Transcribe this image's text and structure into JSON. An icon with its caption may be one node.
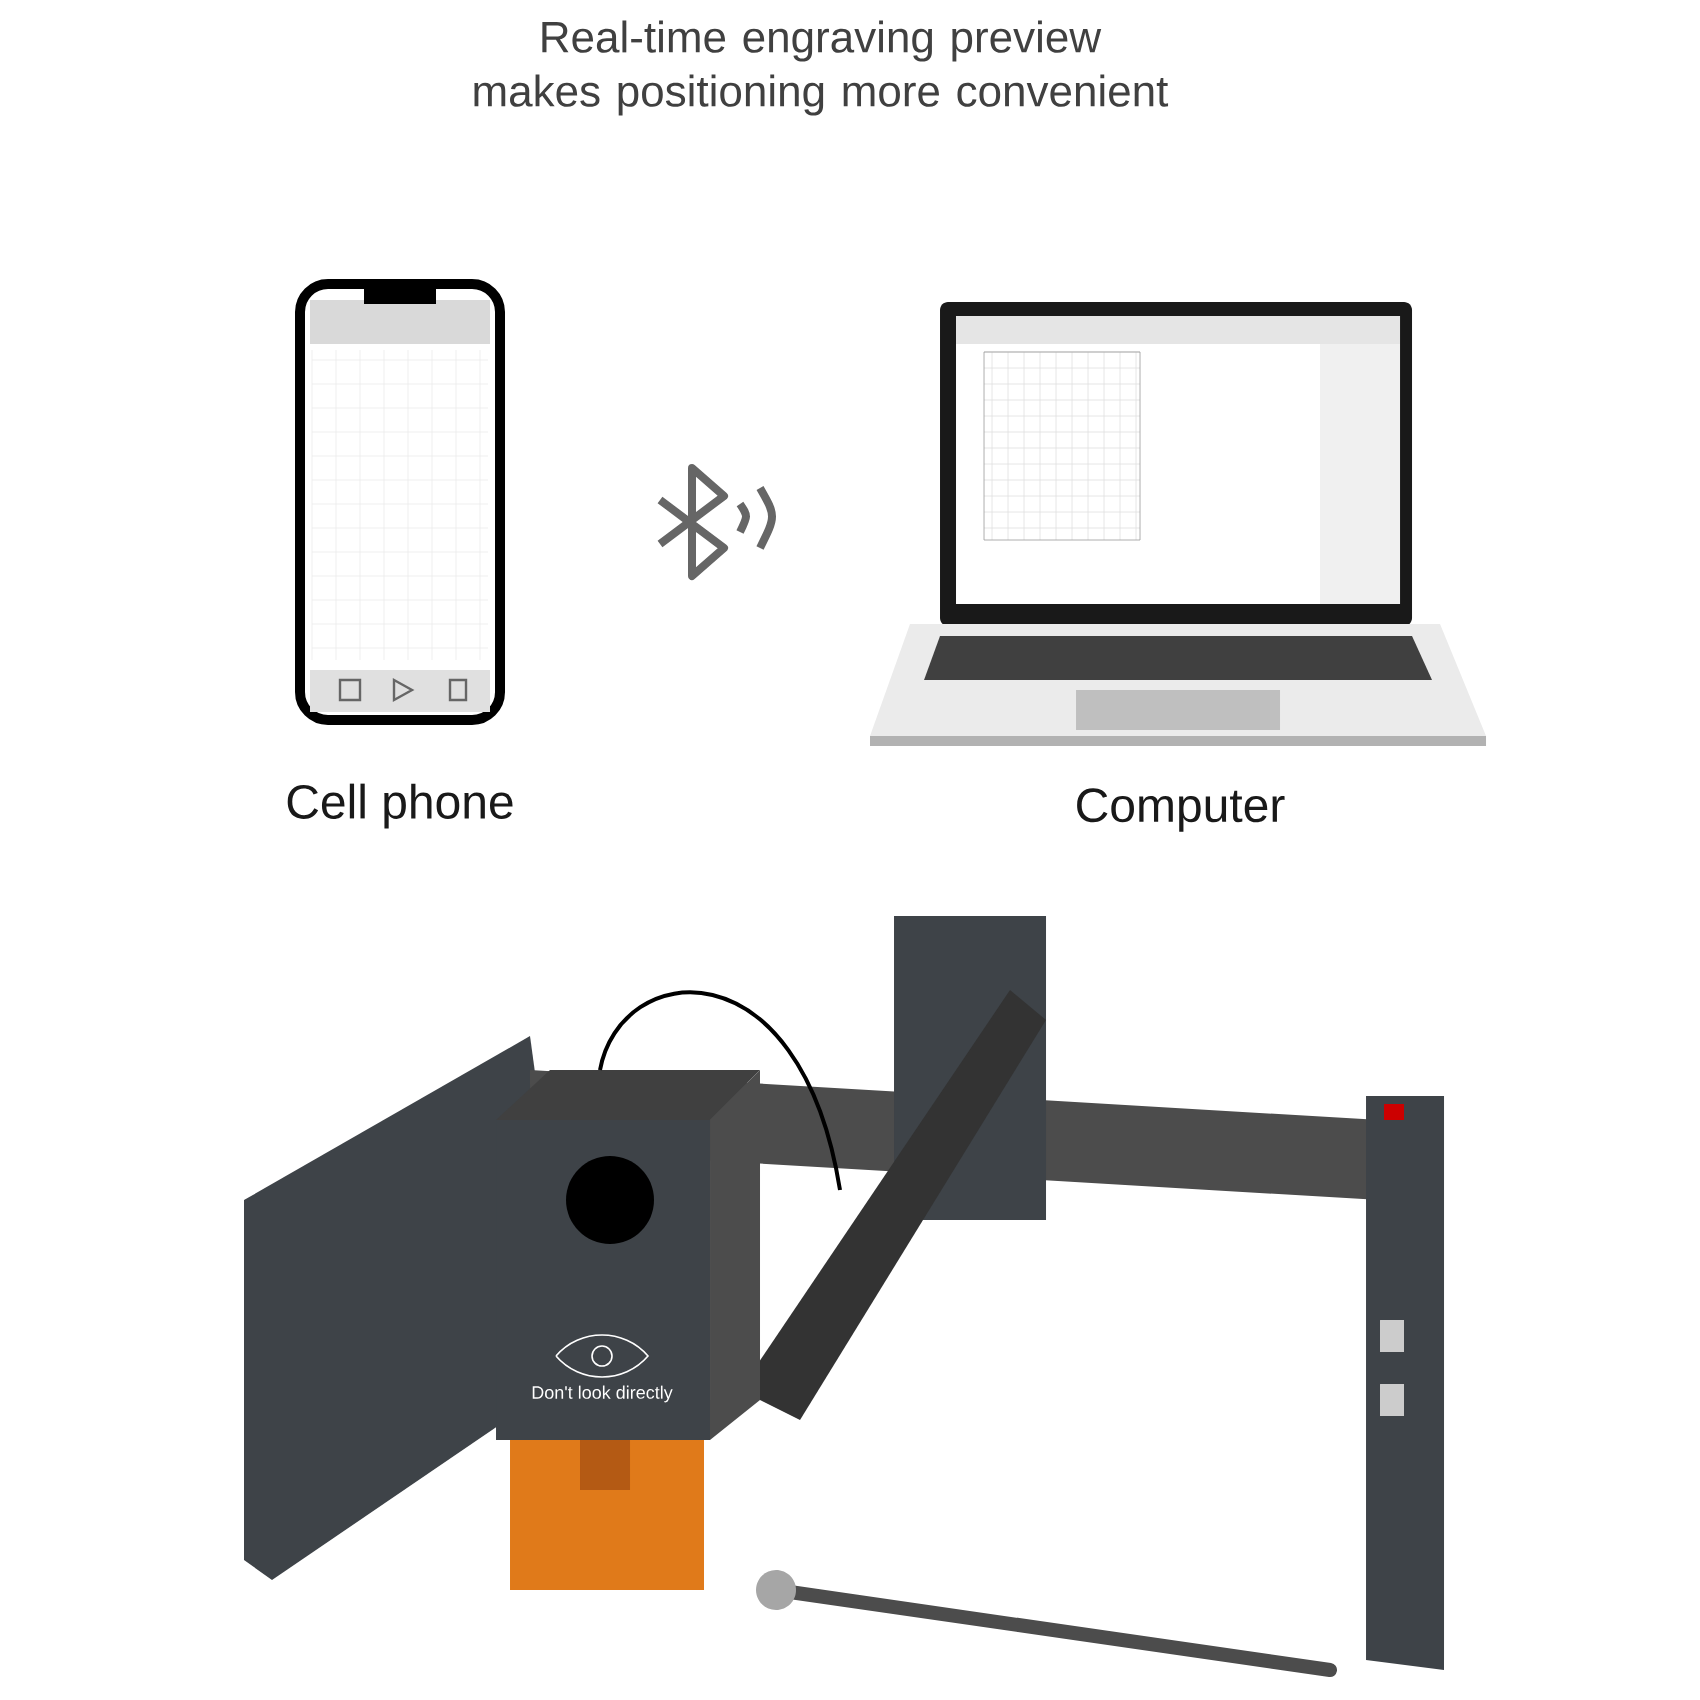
{
  "diagram": {
    "title": "Real-time engraving preview makes positioning more convenient",
    "nodes": [
      {
        "text": [],
        "shape": "picture",
        "beside": [
          "Cell phone"
        ]
      },
      {
        "text": [],
        "shape": "picture",
        "beside": [
          "Computer"
        ]
      },
      {
        "text": [],
        "shape": "picture"
      }
    ],
    "labels": [
      "Don't look directly"
    ]
  }
}
